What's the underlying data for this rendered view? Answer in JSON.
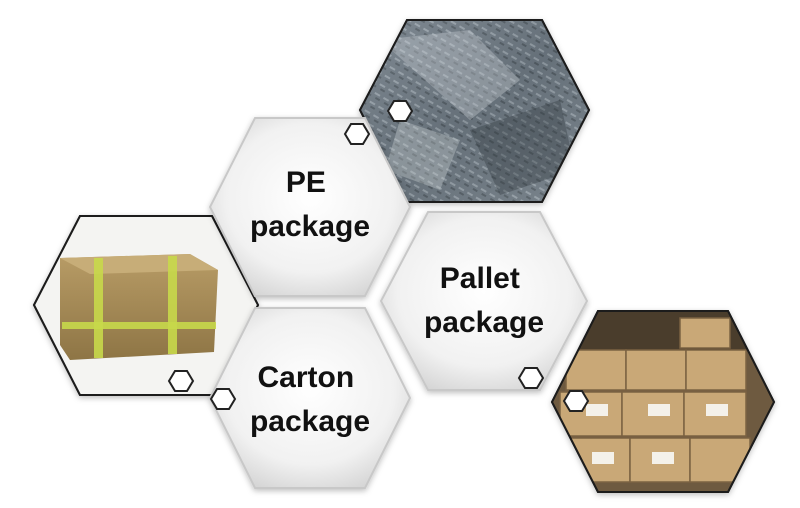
{
  "diagram": {
    "items": [
      {
        "id": "pe",
        "lines": [
          "PE",
          "package"
        ]
      },
      {
        "id": "pallet",
        "lines": [
          "Pallet",
          "package"
        ]
      },
      {
        "id": "carton",
        "lines": [
          "Carton",
          "package"
        ]
      }
    ],
    "photos": [
      {
        "id": "pe-photo",
        "icon": "bagged-parts-photo"
      },
      {
        "id": "carton-photo",
        "icon": "strapped-carton-photo"
      },
      {
        "id": "pallet-photo",
        "icon": "stacked-cartons-photo"
      }
    ]
  }
}
